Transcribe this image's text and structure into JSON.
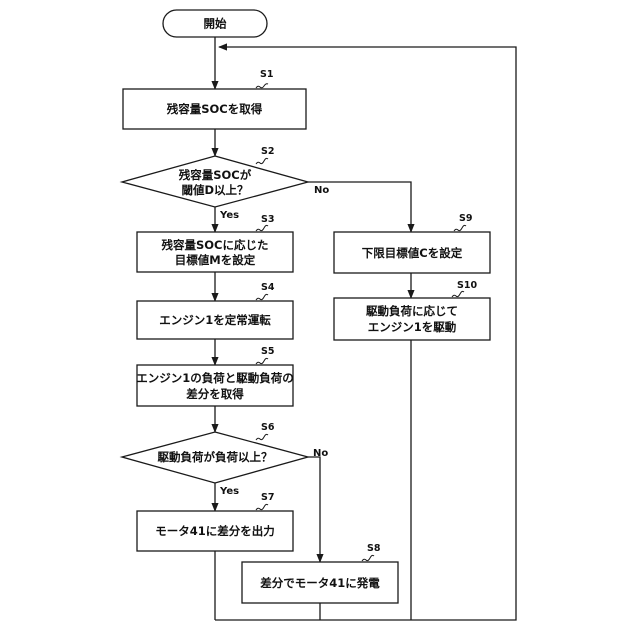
{
  "start": {
    "label": "開始"
  },
  "steps": {
    "s1": {
      "id": "S1",
      "lines": [
        "残容量SOCを取得"
      ]
    },
    "s2": {
      "id": "S2",
      "lines": [
        "残容量SOCが",
        "閾値D以上？"
      ],
      "yes": "Yes",
      "no": "No"
    },
    "s3": {
      "id": "S3",
      "lines": [
        "残容量SOCに応じた",
        "目標値Mを設定"
      ]
    },
    "s4": {
      "id": "S4",
      "lines": [
        "エンジン1を定常運転"
      ]
    },
    "s5": {
      "id": "S5",
      "lines": [
        "エンジン1の負荷と駆動負荷の",
        "差分を取得"
      ]
    },
    "s6": {
      "id": "S6",
      "lines": [
        "駆動負荷が負荷以上？"
      ],
      "yes": "Yes",
      "no": "No"
    },
    "s7": {
      "id": "S7",
      "lines": [
        "モータ41に差分を出力"
      ]
    },
    "s8": {
      "id": "S8",
      "lines": [
        "差分でモータ41に発電"
      ]
    },
    "s9": {
      "id": "S9",
      "lines": [
        "下限目標値Cを設定"
      ]
    },
    "s10": {
      "id": "S10",
      "lines": [
        "駆動負荷に応じて",
        "エンジン1を駆動"
      ]
    }
  }
}
